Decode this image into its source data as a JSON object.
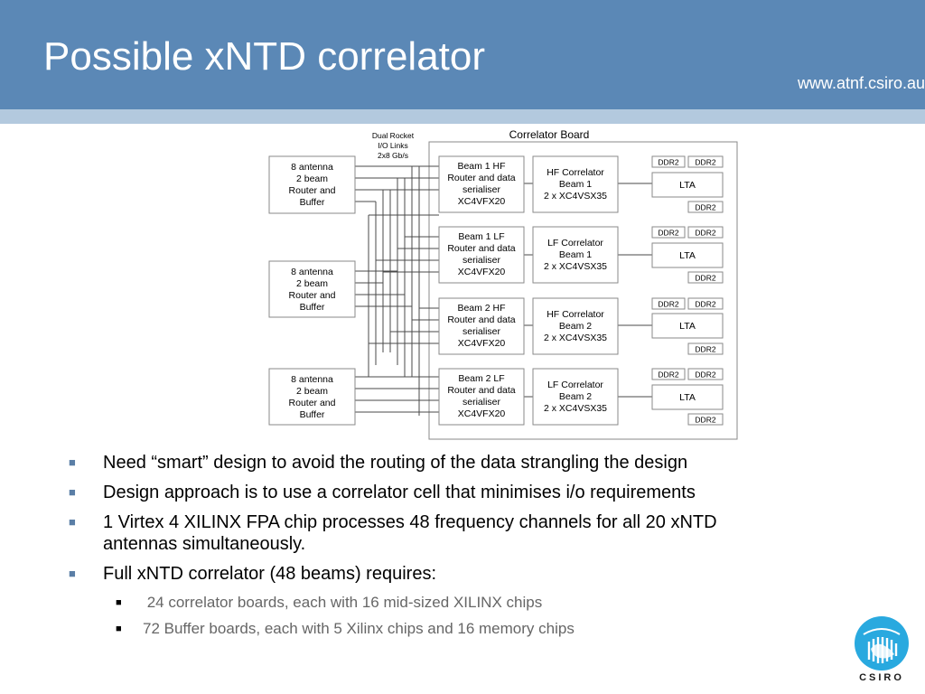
{
  "slide": {
    "title": "Possible xNTD correlator",
    "url": "www.atnf.csiro.au"
  },
  "diagram": {
    "board_label": "Correlator Board",
    "link_label": [
      "Dual Rocket",
      "I/O Links",
      "2x8 Gb/s"
    ],
    "buffers": [
      {
        "lines": [
          "8 antenna",
          "2 beam",
          "Router and",
          "Buffer"
        ]
      },
      {
        "lines": [
          "8 antenna",
          "2 beam",
          "Router and",
          "Buffer"
        ]
      },
      {
        "lines": [
          "8 antenna",
          "2 beam",
          "Router and",
          "Buffer"
        ]
      }
    ],
    "routers": [
      {
        "lines": [
          "Beam 1 HF",
          "Router and data",
          "serialiser",
          "XC4VFX20"
        ]
      },
      {
        "lines": [
          "Beam 1 LF",
          "Router and data",
          "serialiser",
          "XC4VFX20"
        ]
      },
      {
        "lines": [
          "Beam 2 HF",
          "Router and data",
          "serialiser",
          "XC4VFX20"
        ]
      },
      {
        "lines": [
          "Beam 2 LF",
          "Router and data",
          "serialiser",
          "XC4VFX20"
        ]
      }
    ],
    "correlators": [
      {
        "lines": [
          "HF Correlator",
          "Beam 1",
          "2 x XC4VSX35"
        ]
      },
      {
        "lines": [
          "LF Correlator",
          "Beam 1",
          "2 x XC4VSX35"
        ]
      },
      {
        "lines": [
          "HF Correlator",
          "Beam 2",
          "2 x XC4VSX35"
        ]
      },
      {
        "lines": [
          "LF Correlator",
          "Beam 2",
          "2 x XC4VSX35"
        ]
      }
    ],
    "lta_label": "LTA",
    "ddr_label": "DDR2"
  },
  "bullets": [
    {
      "level": 1,
      "text": "Need “smart” design to avoid the routing of the data strangling the design"
    },
    {
      "level": 1,
      "text": "Design approach is to use a correlator cell that minimises i/o requirements"
    },
    {
      "level": 1,
      "text": "1 Virtex 4 XILINX FPA chip processes 48 frequency channels for all 20 xNTD antennas simultaneously."
    },
    {
      "level": 1,
      "text": "Full xNTD correlator (48 beams) requires:"
    },
    {
      "level": 2,
      "text": " 24 correlator boards, each with 16 mid-sized XILINX chips"
    },
    {
      "level": 2,
      "text": "72 Buffer boards, each with 5 Xilinx chips and 16 memory chips"
    }
  ],
  "logo": {
    "text": "CSIRO",
    "color": "#29a9df"
  }
}
